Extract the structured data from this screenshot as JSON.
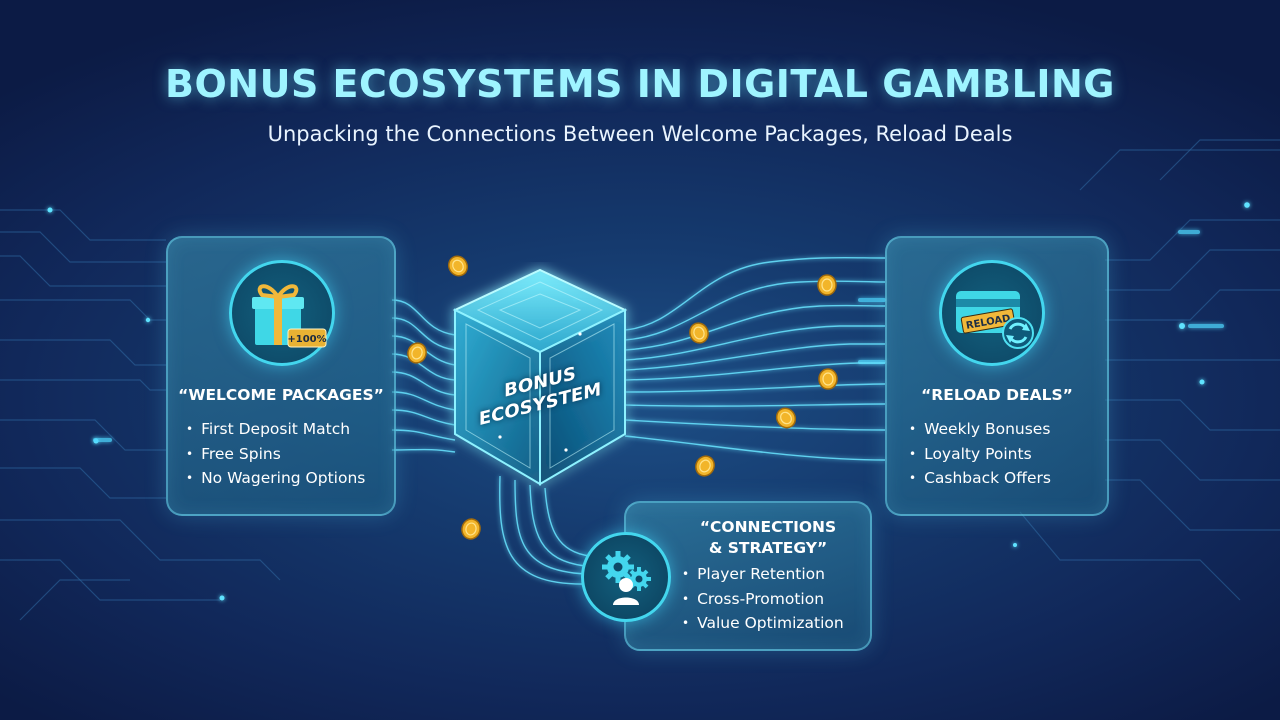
{
  "header": {
    "title": "BONUS ECOSYSTEMS IN DIGITAL GAMBLING",
    "subtitle": "Unpacking the Connections Between Welcome Packages, Reload Deals"
  },
  "center": {
    "label_line1": "BONUS",
    "label_line2": "ECOSYSTEM"
  },
  "welcome": {
    "icon": "gift-icon",
    "badge": "+100%",
    "title": "“WELCOME PACKAGES”",
    "items": [
      "First Deposit Match",
      "Free Spins",
      "No Wagering Options"
    ]
  },
  "reload": {
    "icon": "reload-card-icon",
    "card_label": "RELOAD",
    "title": "“RELOAD DEALS”",
    "items": [
      "Weekly Bonuses",
      "Loyalty Points",
      "Cashback Offers"
    ]
  },
  "connections": {
    "icon": "gears-user-icon",
    "title_line1": "“CONNECTIONS",
    "title_line2": "& STRATEGY”",
    "items": [
      "Player Retention",
      "Cross-Promotion",
      "Value Optimization"
    ]
  },
  "colors": {
    "title": "#9ff4ff",
    "accent": "#43d6ee",
    "coin": "#f2b52a",
    "background": "#11285a"
  }
}
